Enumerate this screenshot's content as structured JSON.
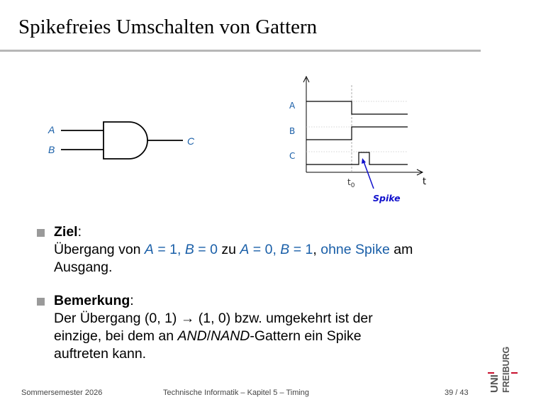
{
  "slide": {
    "title": "Spikefreies Umschalten von Gattern"
  },
  "gate": {
    "input_a": "A",
    "input_b": "B",
    "output": "C"
  },
  "timing": {
    "signals": [
      "A",
      "B",
      "C"
    ],
    "time_axis": "t",
    "t0": "t",
    "t0_sub": "0",
    "spike_label": "Spike"
  },
  "bullets": [
    {
      "head": "Ziel",
      "colon": ":",
      "l1_a": "Übergang von ",
      "l1_b": "A",
      "l1_c": " = 1, ",
      "l1_d": "B",
      "l1_e": " = 0",
      "l1_f": " zu ",
      "l1_g": "A",
      "l1_h": " = 0, ",
      "l1_i": "B",
      "l1_j": " = 1",
      "l1_k": ", ",
      "l1_l": "ohne Spike",
      "l1_m": " am",
      "l2": "Ausgang."
    },
    {
      "head": "Bemerkung",
      "colon": ":",
      "l1": "Der Übergang (0, 1) → (1, 0) bzw. umgekehrt ist der",
      "l2_a": "einzige, bei dem an ",
      "l2_b": "AND",
      "l2_c": "/",
      "l2_d": "NAND",
      "l2_e": "-Gattern ein Spike",
      "l3": "auftreten kann."
    }
  ],
  "footer": {
    "semester": "Sommersemester 2026",
    "course": "Technische Informatik –  Kapitel 5 – Timing",
    "page": "39 / 43"
  },
  "logo": {
    "line1": "UNI",
    "line2": "FREIBURG"
  },
  "colors": {
    "accent_blue": "#1a5fa8",
    "spike_blue": "#1010cc",
    "logo_red": "#c8102e",
    "rule_gray": "#b7b7b7"
  }
}
